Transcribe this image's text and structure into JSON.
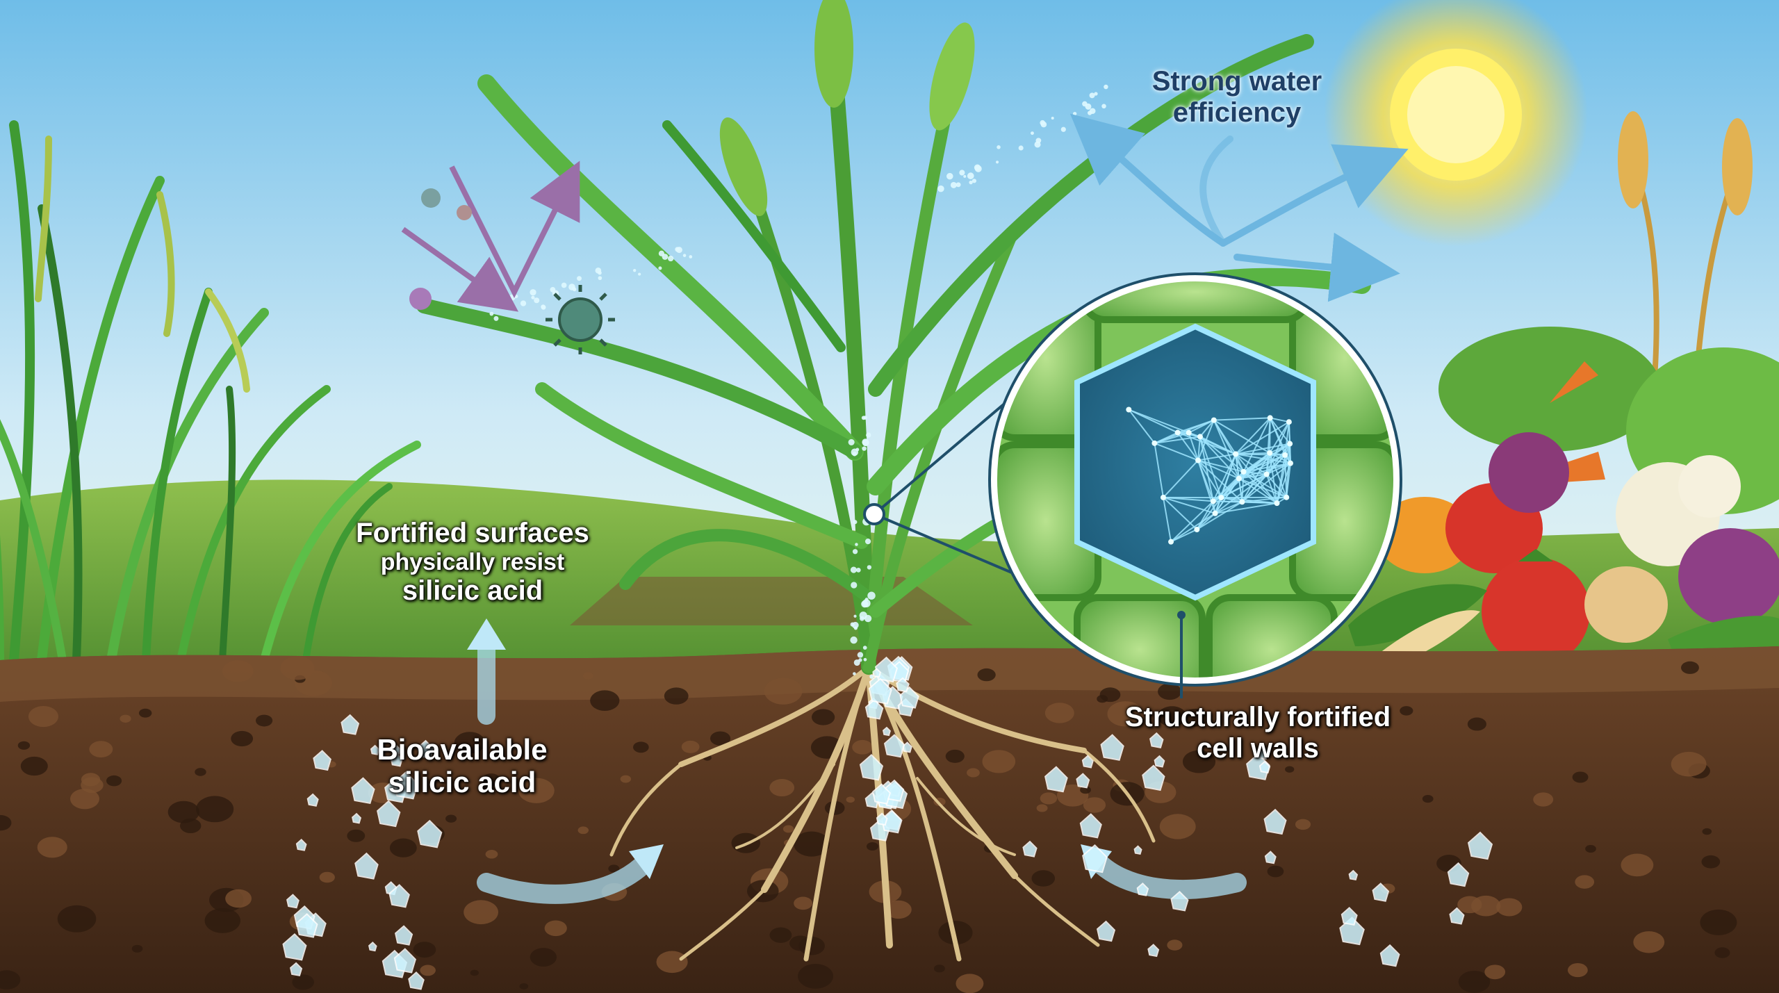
{
  "labels": {
    "fortified_surfaces": {
      "line1": "Fortified surfaces",
      "line2": "physically resist",
      "line3": "silicic acid"
    },
    "bioavailable": {
      "line1": "Bioavailable",
      "line2": "silicic acid"
    },
    "water": {
      "line1": "Strong water",
      "line2": "efficiency"
    },
    "cell_walls": {
      "line1": "Structurally fortified",
      "line2": "cell walls"
    }
  },
  "colors": {
    "sky_top": "#7ec6ec",
    "sky_bottom": "#e6f5fb",
    "soil": "#5a3a22",
    "soil_dark": "#3b2413",
    "leaf": "#4caa3a",
    "leaf_dark": "#2f7a2a",
    "root": "#d9c08a",
    "silica": "#bff0ff",
    "sun": "#ffe65a",
    "arrow_blue": "#7fc8ea",
    "arrow_purple": "#9a6fa8"
  }
}
